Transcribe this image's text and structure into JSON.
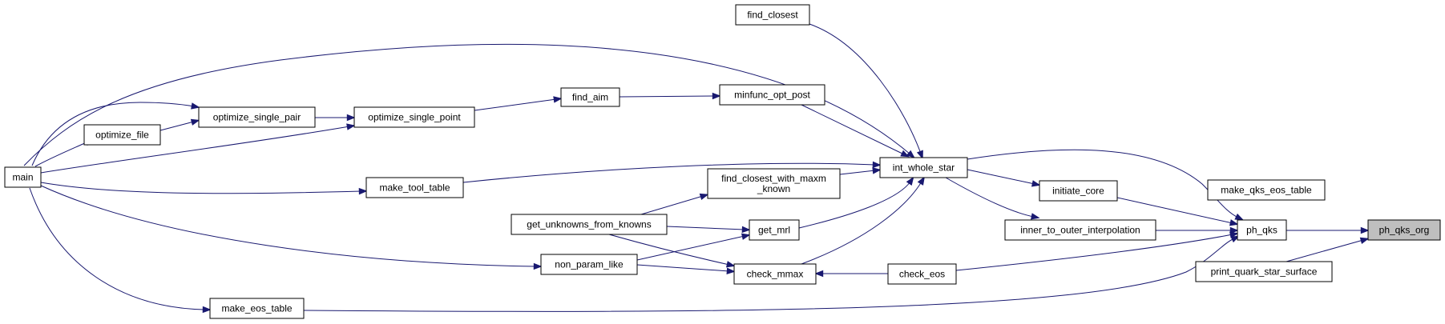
{
  "graph": {
    "highlight_node": "ph_qks_org",
    "nodes": [
      {
        "id": "main",
        "lines": [
          "main"
        ]
      },
      {
        "id": "optimize_file",
        "lines": [
          "optimize_file"
        ]
      },
      {
        "id": "optimize_single_pair",
        "lines": [
          "optimize_single_pair"
        ]
      },
      {
        "id": "optimize_single_point",
        "lines": [
          "optimize_single_point"
        ]
      },
      {
        "id": "find_aim",
        "lines": [
          "find_aim"
        ]
      },
      {
        "id": "minfunc_opt_post",
        "lines": [
          "minfunc_opt_post"
        ]
      },
      {
        "id": "find_closest",
        "lines": [
          "find_closest"
        ]
      },
      {
        "id": "int_whole_star",
        "lines": [
          "int_whole_star"
        ]
      },
      {
        "id": "make_tool_table",
        "lines": [
          "make_tool_table"
        ]
      },
      {
        "id": "find_closest_with_maxm_known",
        "lines": [
          "find_closest_with_maxm",
          "_known"
        ]
      },
      {
        "id": "get_unknowns_from_knowns",
        "lines": [
          "get_unknowns_from_knowns"
        ]
      },
      {
        "id": "get_mrl",
        "lines": [
          "get_mrl"
        ]
      },
      {
        "id": "non_param_like",
        "lines": [
          "non_param_like"
        ]
      },
      {
        "id": "check_mmax",
        "lines": [
          "check_mmax"
        ]
      },
      {
        "id": "check_eos",
        "lines": [
          "check_eos"
        ]
      },
      {
        "id": "initiate_core",
        "lines": [
          "initiate_core"
        ]
      },
      {
        "id": "inner_to_outer_interpolation",
        "lines": [
          "inner_to_outer_interpolation"
        ]
      },
      {
        "id": "make_eos_table",
        "lines": [
          "make_eos_table"
        ]
      },
      {
        "id": "ph_qks",
        "lines": [
          "ph_qks"
        ]
      },
      {
        "id": "make_qks_eos_table",
        "lines": [
          "make_qks_eos_table"
        ]
      },
      {
        "id": "print_quark_star_surface",
        "lines": [
          "print_quark_star_surface"
        ]
      },
      {
        "id": "ph_qks_org",
        "lines": [
          "ph_qks_org"
        ]
      }
    ],
    "edges": [
      {
        "from": "main",
        "to": "optimize_file"
      },
      {
        "from": "main",
        "to": "optimize_single_pair"
      },
      {
        "from": "main",
        "to": "optimize_single_point"
      },
      {
        "from": "main",
        "to": "int_whole_star"
      },
      {
        "from": "main",
        "to": "make_tool_table"
      },
      {
        "from": "main",
        "to": "non_param_like"
      },
      {
        "from": "main",
        "to": "make_eos_table"
      },
      {
        "from": "optimize_file",
        "to": "optimize_single_pair"
      },
      {
        "from": "optimize_single_pair",
        "to": "optimize_single_point"
      },
      {
        "from": "optimize_single_point",
        "to": "find_aim"
      },
      {
        "from": "find_aim",
        "to": "minfunc_opt_post"
      },
      {
        "from": "minfunc_opt_post",
        "to": "int_whole_star"
      },
      {
        "from": "find_closest",
        "to": "int_whole_star"
      },
      {
        "from": "make_tool_table",
        "to": "int_whole_star"
      },
      {
        "from": "find_closest_with_maxm_known",
        "to": "int_whole_star"
      },
      {
        "from": "get_unknowns_from_knowns",
        "to": "find_closest_with_maxm_known"
      },
      {
        "from": "get_unknowns_from_knowns",
        "to": "get_mrl"
      },
      {
        "from": "get_unknowns_from_knowns",
        "to": "check_mmax"
      },
      {
        "from": "non_param_like",
        "to": "get_mrl"
      },
      {
        "from": "non_param_like",
        "to": "check_mmax"
      },
      {
        "from": "get_mrl",
        "to": "int_whole_star"
      },
      {
        "from": "check_mmax",
        "to": "int_whole_star"
      },
      {
        "from": "check_eos",
        "to": "check_mmax"
      },
      {
        "from": "int_whole_star",
        "to": "initiate_core"
      },
      {
        "from": "int_whole_star",
        "to": "inner_to_outer_interpolation"
      },
      {
        "from": "int_whole_star",
        "to": "ph_qks"
      },
      {
        "from": "initiate_core",
        "to": "ph_qks"
      },
      {
        "from": "inner_to_outer_interpolation",
        "to": "ph_qks"
      },
      {
        "from": "check_eos",
        "to": "ph_qks"
      },
      {
        "from": "make_eos_table",
        "to": "ph_qks"
      },
      {
        "from": "ph_qks",
        "to": "ph_qks_org"
      },
      {
        "from": "print_quark_star_surface",
        "to": "ph_qks_org"
      }
    ]
  }
}
